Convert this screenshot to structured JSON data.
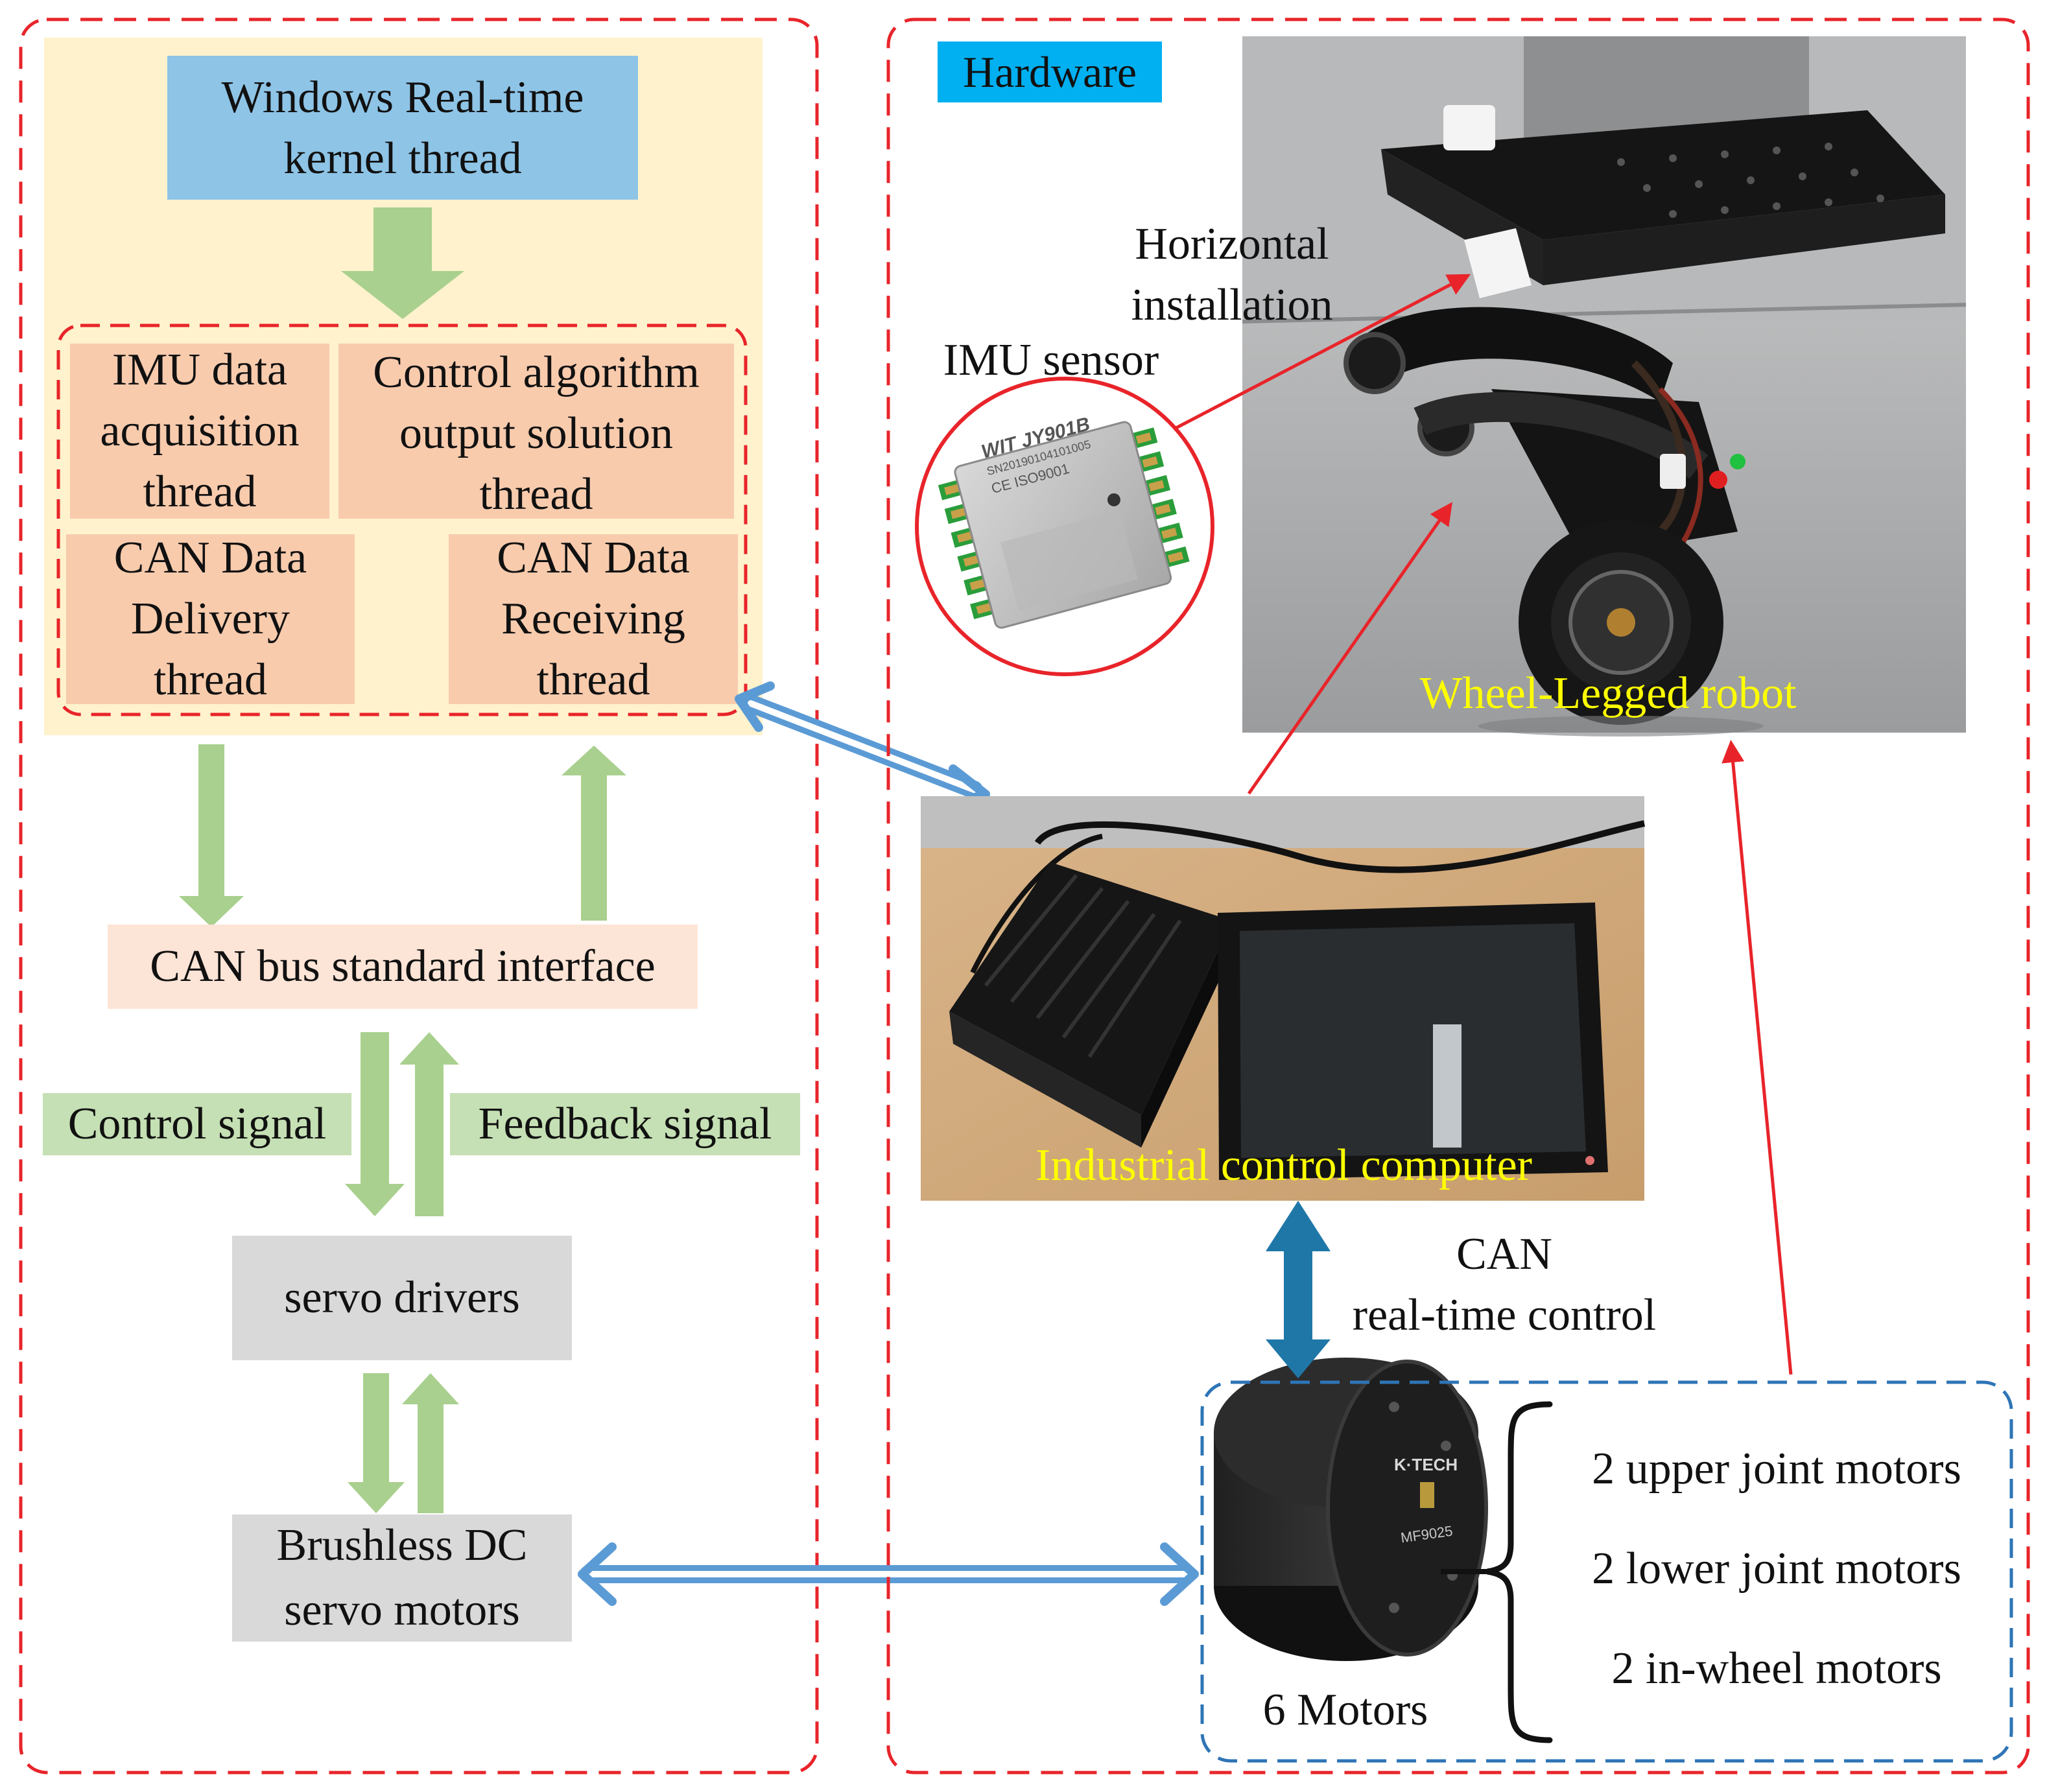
{
  "software": {
    "kernel_box": {
      "line1": "Windows Real-time",
      "line2": "kernel thread"
    },
    "threads": {
      "imu": {
        "line1": "IMU data",
        "line2": "acquisition",
        "line3": "thread"
      },
      "control": {
        "line1": "Control algorithm",
        "line2": "output solution",
        "line3": "thread"
      },
      "can_delivery": {
        "line1": "CAN Data",
        "line2": "Delivery",
        "line3": "thread"
      },
      "can_receiving": {
        "line1": "CAN Data",
        "line2": "Receiving",
        "line3": "thread"
      }
    },
    "can_bus": "CAN bus standard interface",
    "control_signal": "Control signal",
    "feedback_signal": "Feedback signal",
    "servo_drivers": "servo drivers",
    "bldc": {
      "line1": "Brushless DC",
      "line2": "servo motors"
    }
  },
  "hardware": {
    "tag": "Hardware",
    "horizontal_install": {
      "line1": "Horizontal",
      "line2": "installation"
    },
    "imu_sensor": "IMU sensor",
    "imu_chip": {
      "brand": "WIT",
      "model": "JY901B",
      "serial": "SN20190104101005",
      "cert": "CE ISO9001"
    },
    "robot_caption": "Wheel-Legged robot",
    "computer_caption": "Industrial control computer",
    "can_link": {
      "line1": "CAN",
      "line2": "real-time control"
    },
    "motors": {
      "count_label": "6 Motors",
      "brand": "K·TECH",
      "model": "MF9025",
      "items": [
        "2 upper joint motors",
        "2 lower joint motors",
        "2 in-wheel motors"
      ]
    }
  },
  "colors": {
    "red_dash": "#e8242a",
    "blue_dash": "#2e75b6",
    "cream": "#fff2cc",
    "kernel_blue": "#8ec4e6",
    "thread_orange": "#f8cbad",
    "can_bus_bg": "#fce4d6",
    "green_arrow": "#a9d08e",
    "green_label": "#c5e0b4",
    "gray_box": "#d9d9d9",
    "link_blue": "#5b9bd5",
    "teal_arrow": "#1f77a8",
    "caption_yellow": "#ffff00",
    "tag_cyan": "#00b0f0"
  }
}
